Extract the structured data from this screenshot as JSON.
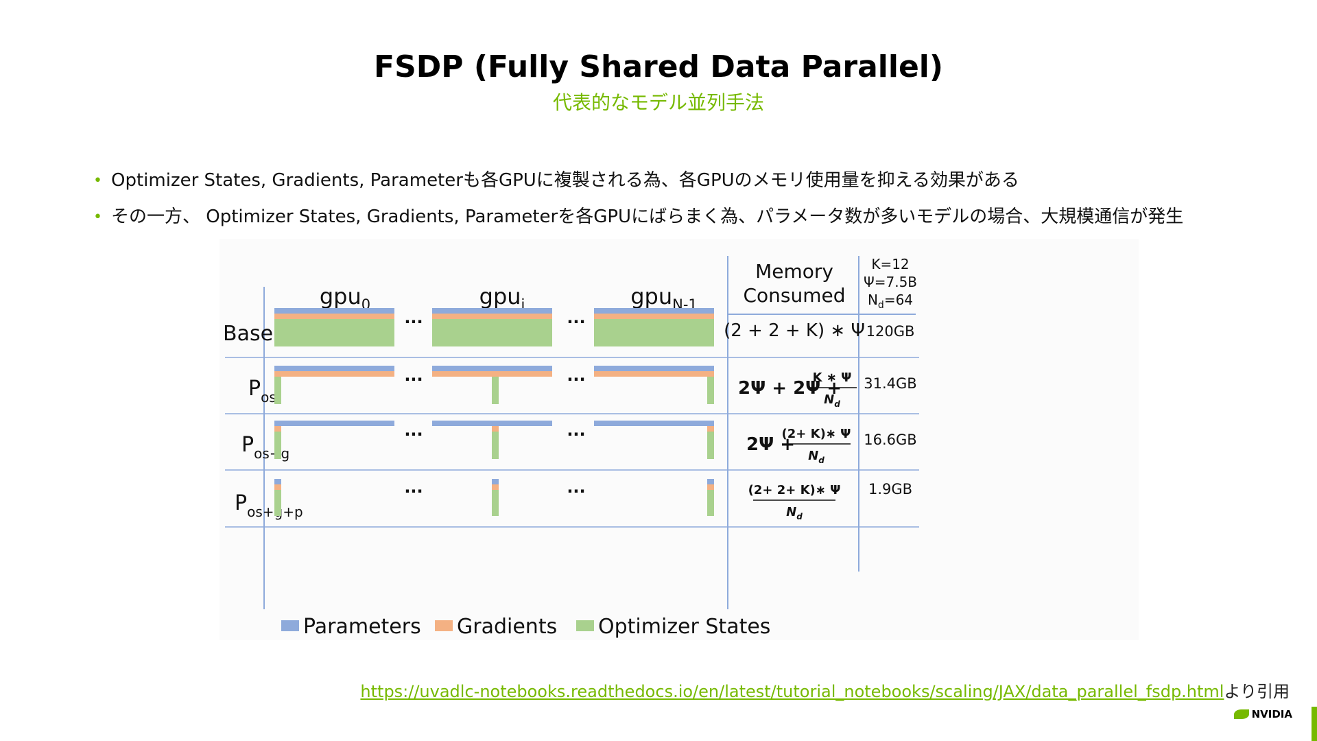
{
  "slide": {
    "title": "FSDP (Fully Shared Data Parallel)",
    "subtitle": "代表的なモデル並列手法",
    "bullets": [
      "Optimizer States, Gradients, Parameterも各GPUに複製される為、各GPUのメモリ使用量を抑える効果がある",
      "その一方、 Optimizer States, Gradients, Parameterを各GPUにばらまく為、パラメータ数が多いモデルの場合、大規模通信が発生"
    ],
    "source_link": "https://uvadlc-notebooks.readthedocs.io/en/latest/tutorial_notebooks/scaling/JAX/data_parallel_fsdp.html",
    "source_suffix": "より引用",
    "logo_text": "NVIDIA"
  },
  "figure": {
    "gpu_labels": [
      {
        "base": "gpu",
        "sub": "0"
      },
      {
        "base": "gpu",
        "sub": "i"
      },
      {
        "base": "gpu",
        "sub": "N-1"
      }
    ],
    "ellipsis": "...",
    "header_memory": [
      "Memory",
      "Consumed"
    ],
    "header_params": [
      {
        "base": "K=12",
        "sub": ""
      },
      {
        "base": "Ψ=7.5B",
        "sub": ""
      },
      {
        "base": "N",
        "sub": "d",
        "tail": "=64"
      }
    ],
    "rows": [
      {
        "label": "Baseline",
        "sub": "",
        "formula_kind": "inline",
        "formula": "(2 + 2 + K) ∗ Ψ",
        "memory": "120GB"
      },
      {
        "label": "P",
        "sub": "os",
        "formula_kind": "frac",
        "prefix": "2Ψ + 2Ψ + ",
        "num": "K ∗ Ψ",
        "den": "N",
        "den_sub": "d",
        "memory": "31.4GB"
      },
      {
        "label": "P",
        "sub": "os+g",
        "formula_kind": "frac",
        "prefix": "2Ψ + ",
        "num": "(2+ K)∗ Ψ",
        "den": "N",
        "den_sub": "d",
        "memory": "16.6GB"
      },
      {
        "label": "P",
        "sub": "os+g+p",
        "formula_kind": "frac",
        "prefix": "",
        "num": "(2+ 2+ K)∗ Ψ",
        "den": "N",
        "den_sub": "d",
        "memory": "1.9GB"
      }
    ],
    "legend": [
      {
        "name": "Parameters",
        "color": "#8eaadb"
      },
      {
        "name": "Gradients",
        "color": "#f4b183"
      },
      {
        "name": "Optimizer States",
        "color": "#a9d18e"
      }
    ],
    "colors": {
      "parameters": "#8eaadb",
      "gradients": "#f4b183",
      "optimizer": "#a9d18e",
      "grid": "#8eaadb",
      "accent": "#76b900"
    }
  }
}
